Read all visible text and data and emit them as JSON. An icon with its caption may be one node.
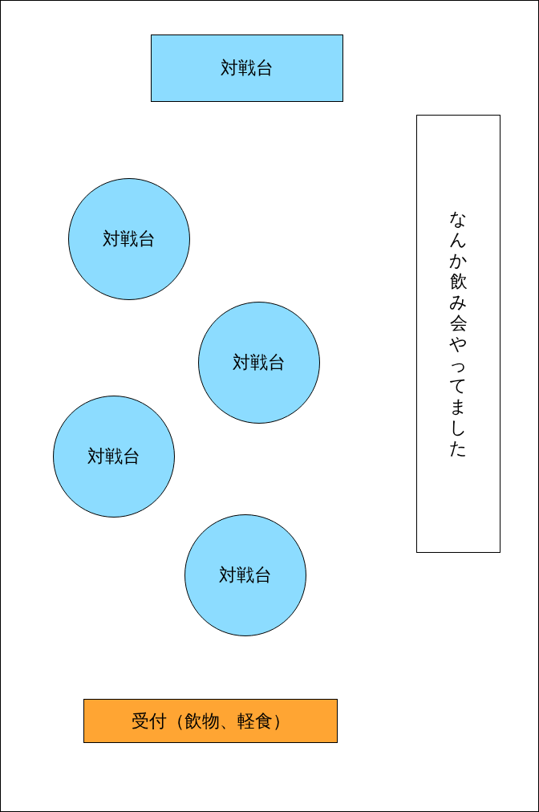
{
  "diagram": {
    "nodes": [
      {
        "text": [
          "対戦台"
        ]
      },
      {
        "text": [
          "対戦台"
        ]
      },
      {
        "text": [
          "対戦台"
        ]
      },
      {
        "text": [
          "対戦台"
        ]
      },
      {
        "text": [
          "対戦台"
        ]
      },
      {
        "text": [
          "なんか飲み会やってました"
        ]
      },
      {
        "text": [
          "受付（飲物、軽食）"
        ]
      }
    ]
  }
}
